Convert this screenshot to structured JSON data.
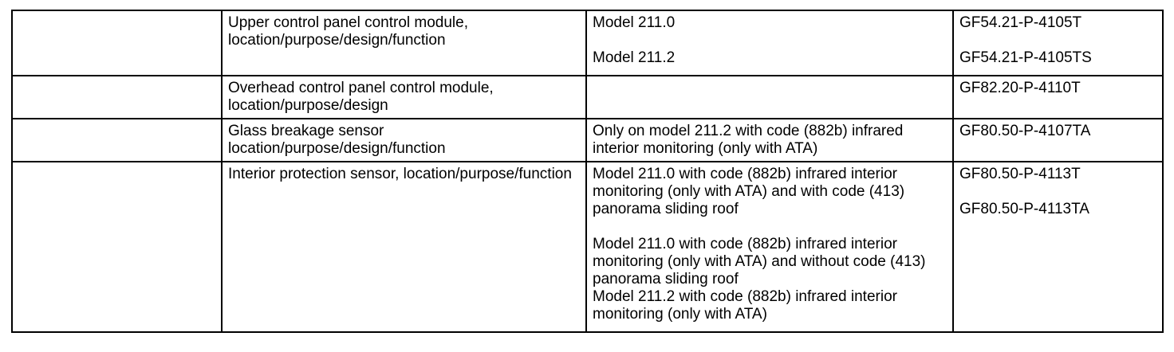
{
  "document": {
    "type": "specification-table",
    "columns": 4,
    "rows": 4,
    "border_color": "#000000",
    "background_color": "#ffffff",
    "text_color": "#000000"
  },
  "table": {
    "rows": [
      {
        "id": "row-upper-control-panel",
        "col1": "",
        "col2": "Upper control panel control module, location/purpose/design/function",
        "col3_blocks": [
          "Model 211.0",
          "Model 211.2"
        ],
        "col4_blocks": [
          "GF54.21-P-4105T",
          "GF54.21-P-4105TS"
        ]
      },
      {
        "id": "row-overhead-control-panel",
        "col1": "",
        "col2": "Overhead control panel control module, location/purpose/design",
        "col3_blocks": [],
        "col4_blocks": [
          "GF82.20-P-4110T"
        ]
      },
      {
        "id": "row-glass-breakage-sensor",
        "col1": "",
        "col2": "Glass breakage sensor location/purpose/design/function",
        "col3_blocks": [
          "Only on model 211.2 with code (882b) infrared interior monitoring (only with ATA)"
        ],
        "col4_blocks": [
          "GF80.50-P-4107TA"
        ]
      },
      {
        "id": "row-interior-protection-sensor",
        "col1": "",
        "col2": "Interior protection sensor, location/purpose/function",
        "col3_blocks": [
          "Model 211.0 with code (882b) infrared interior monitoring (only with ATA) and with code (413) panorama sliding roof",
          "Model 211.0 with code (882b) infrared interior monitoring (only with ATA) and without code (413) panorama sliding roof",
          "Model 211.2 with code (882b) infrared interior monitoring (only with ATA)"
        ],
        "col4_blocks": [
          "GF80.50-P-4113T",
          "GF80.50-P-4113TA"
        ]
      }
    ]
  }
}
